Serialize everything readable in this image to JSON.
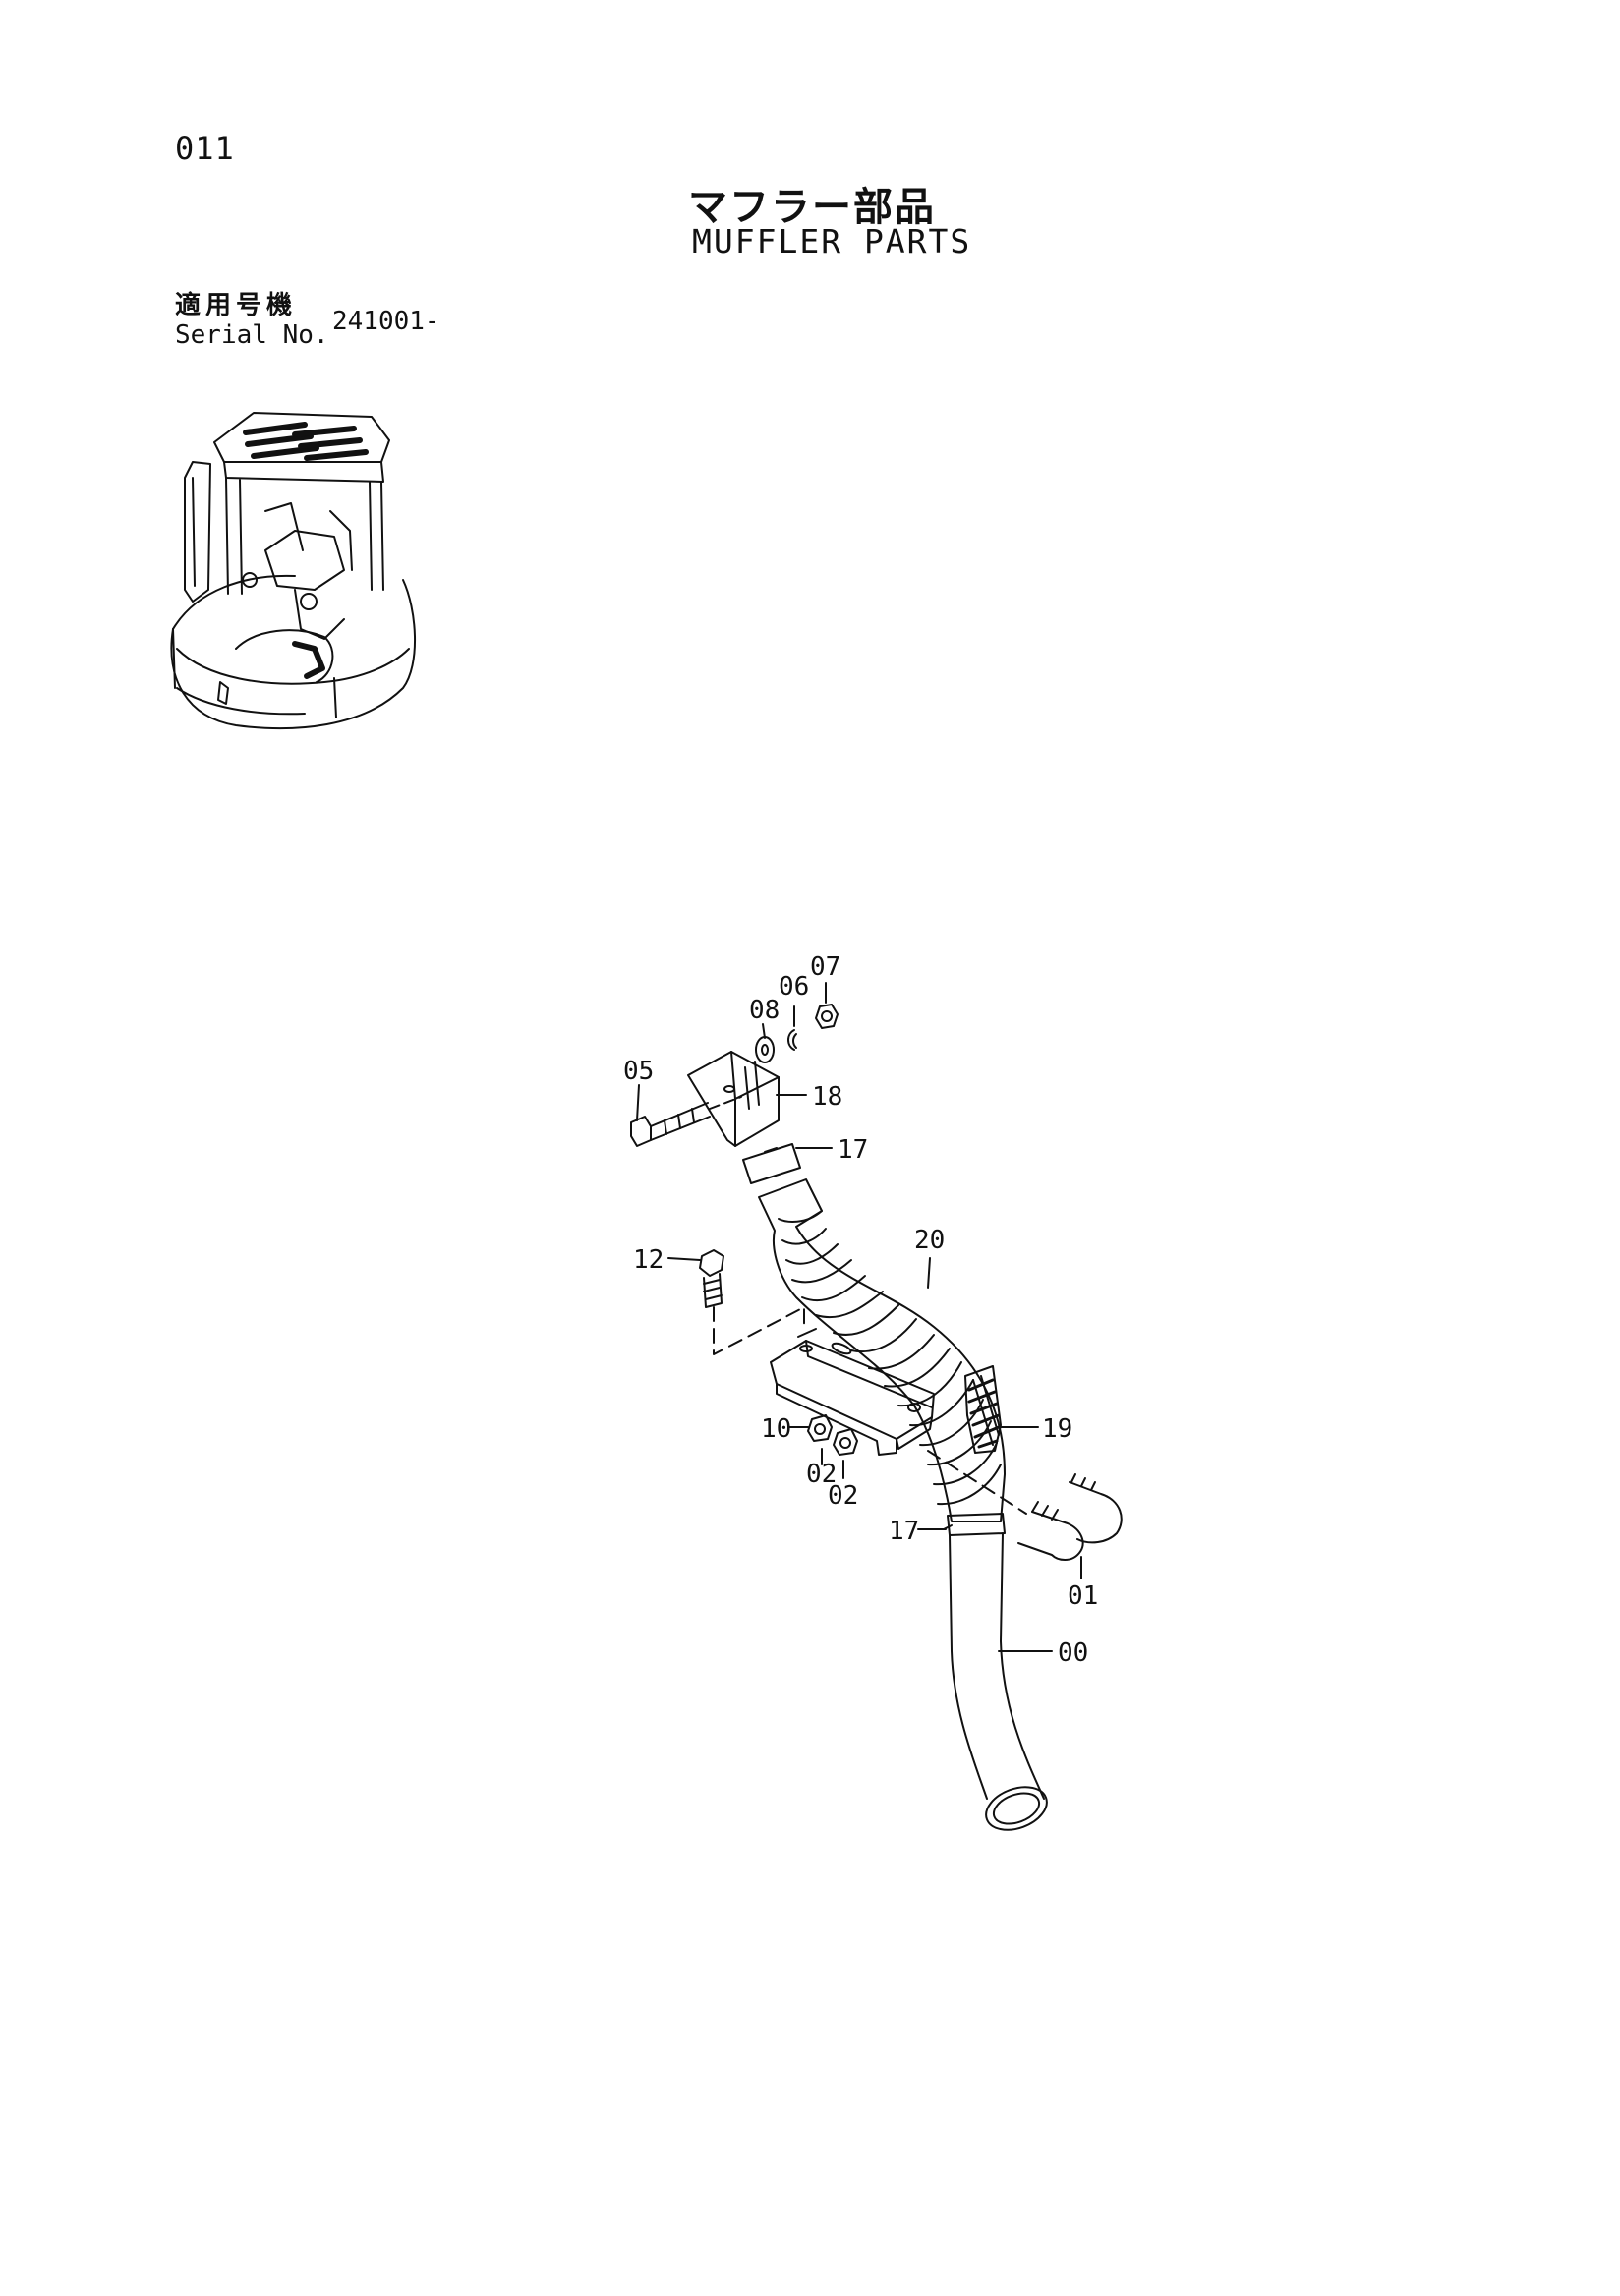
{
  "page": {
    "number": "011",
    "title_jp": "マフラー部品",
    "title_en": "MUFFLER PARTS",
    "serial_label_jp": "適用号機",
    "serial_label_en": "Serial No.",
    "serial_value": "241001-"
  },
  "callouts": {
    "c00": "00",
    "c01": "01",
    "c02a": "02",
    "c02b": "02",
    "c05": "05",
    "c06": "06",
    "c07": "07",
    "c08": "08",
    "c10": "10",
    "c12": "12",
    "c17a": "17",
    "c17b": "17",
    "c18": "18",
    "c19": "19",
    "c20": "20"
  },
  "colors": {
    "ink": "#111111",
    "paper": "#ffffff"
  }
}
